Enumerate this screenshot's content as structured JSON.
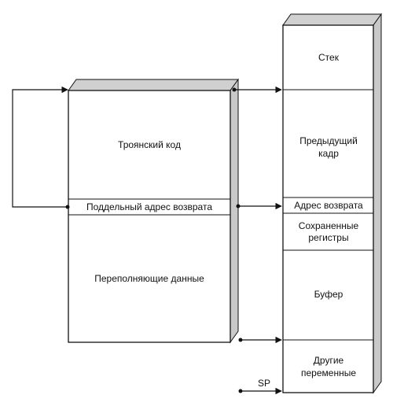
{
  "left_block": {
    "trojan_code": "Троянский код",
    "fake_return_address": "Поддельный адрес возврата",
    "overflow_data": "Переполняющие данные"
  },
  "stack": {
    "title": "Стек",
    "previous_frame_line1": "Предыдущий",
    "previous_frame_line2": "кадр",
    "return_address": "Адрес возврата",
    "saved_registers_line1": "Сохраненные",
    "saved_registers_line2": "регистры",
    "buffer": "Буфер",
    "other_variables_line1": "Другие",
    "other_variables_line2": "переменные"
  },
  "stack_pointer_label": "SP",
  "colors": {
    "line": "#111111",
    "fill": "#ffffff",
    "shade": "#c9c9c9"
  }
}
